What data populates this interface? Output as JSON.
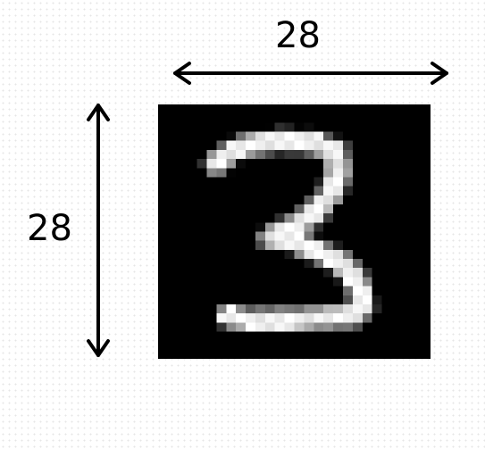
{
  "dimensions": {
    "width_label": "28",
    "height_label": "28"
  },
  "image": {
    "grid_columns": 28,
    "grid_rows": 28,
    "depicted_digit": "3"
  },
  "colors": {
    "background": "#ffffff",
    "image_background": "#000000",
    "stroke": "#ffffff",
    "arrow": "#000000"
  }
}
